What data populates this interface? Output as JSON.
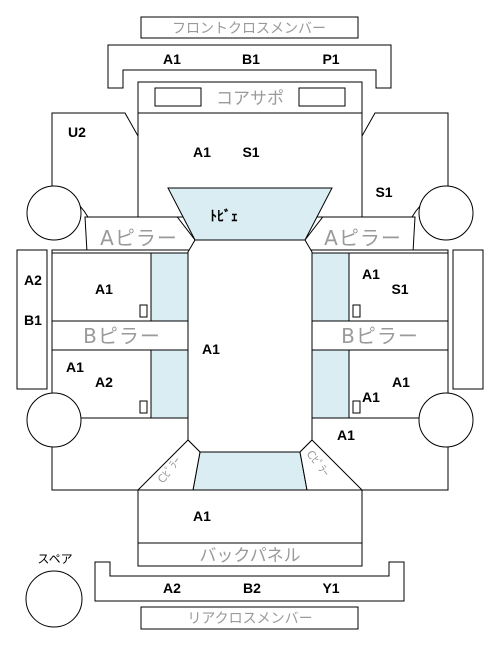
{
  "parts": {
    "front_cross_member": "フロントクロスメンバー",
    "core_support": "コアサポ",
    "a_pillar": "Aピラー",
    "b_pillar": "Bピラー",
    "back_panel": "バックパネル",
    "rear_cross_member": "リアクロスメンバー",
    "spare": "スペア",
    "roof": "ﾄﾋﾞｪ",
    "c_pillar": "Cﾋﾟﾗｰ"
  },
  "codes": {
    "front_a1": "A1",
    "front_b1": "B1",
    "front_p1": "P1",
    "hood_a1": "A1",
    "hood_s1": "S1",
    "left_fender": "U2",
    "right_fender": "S1",
    "left_rail_a2": "A2",
    "left_rail_b1": "B1",
    "left_front_door": "A1",
    "center": "A1",
    "left_rear_a1": "A1",
    "left_rear_a2": "A2",
    "right_front_a1": "A1",
    "right_front_s1": "S1",
    "right_rear_a1_upper": "A1",
    "right_rear_a1_lower": "A1",
    "right_quarter": "A1",
    "trunk": "A1",
    "rear_a2": "A2",
    "rear_b2": "B2",
    "rear_y1": "Y1"
  }
}
